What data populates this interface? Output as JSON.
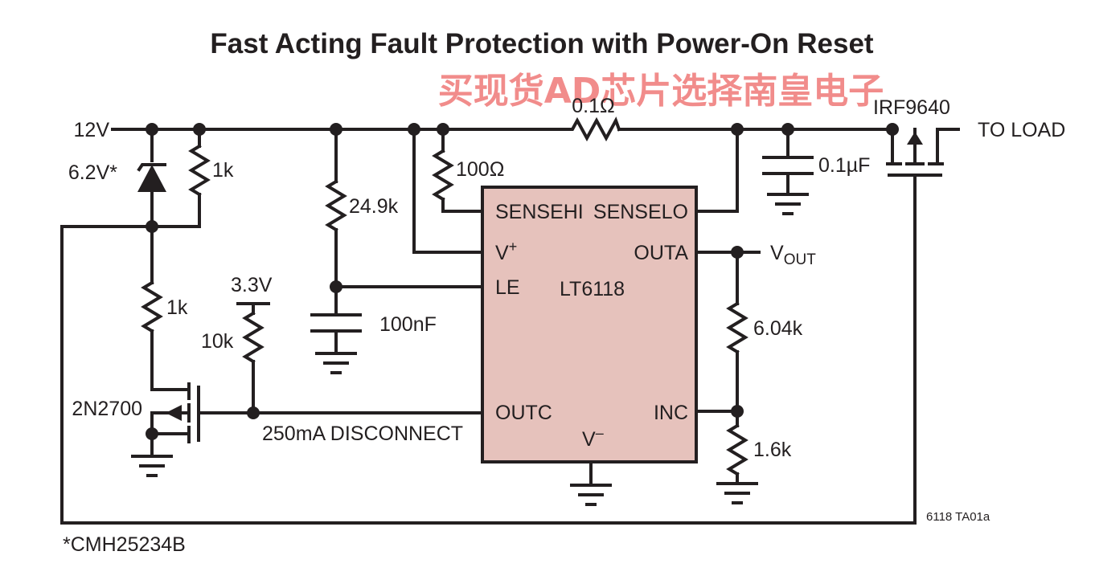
{
  "title": "Fast Acting Fault Protection with Power-On Reset",
  "watermark": "买现货AD芯片选择南皇电子",
  "colors": {
    "ic_fill": "#e6c2bc",
    "ink": "#231f20",
    "watermark": "#f0807f"
  },
  "labels": {
    "supply_12v": "12V",
    "zener": "6.2V*",
    "r_zener": "1k",
    "r_gate": "1k",
    "r_24k9": "24.9k",
    "r_100": "100Ω",
    "r_sense": "0.1Ω",
    "cap_01": "0.1µF",
    "mosfet_p": "IRF9640",
    "to_load": "TO LOAD",
    "v_out": "V",
    "v_out_sub": "OUT",
    "supply_33v": "3.3V",
    "r_10k": "10k",
    "cap_100n": "100nF",
    "mosfet_n": "2N2700",
    "disconnect": "250mA DISCONNECT",
    "r_604k": "6.04k",
    "r_16k": "1.6k",
    "fig_id": "6118 TA01a",
    "footnote": "*CMH25234B"
  },
  "ic": {
    "name": "LT6118",
    "pins": {
      "sensehi": "SENSEHI",
      "senselo": "SENSELO",
      "vplus": "V",
      "vplus_sup": "+",
      "outa": "OUTA",
      "le": "LE",
      "outc": "OUTC",
      "inc": "INC",
      "vminus": "V",
      "vminus_sup": "–"
    }
  }
}
